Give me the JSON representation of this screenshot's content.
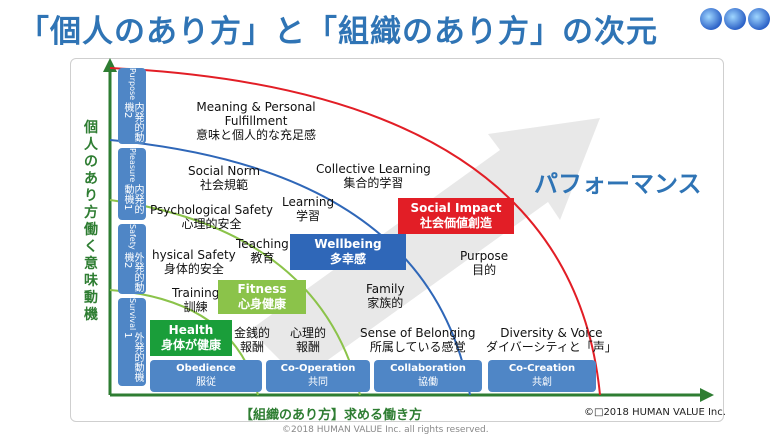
{
  "title": "「個人のあり方」と「組織のあり方」の次元",
  "y_axis_label": "個人のあり方 働く意味 動機",
  "x_axis_label": "【組織のあり方】求める働き方",
  "performance_label": "パフォーマンス",
  "copyright_inner": "©□2018 HUMAN VALUE Inc.",
  "copyright_outer": "©2018 HUMAN VALUE Inc. all rights reserved.",
  "levels": [
    {
      "en": "Purpose",
      "jp": "内発的動機2"
    },
    {
      "en": "Pleasure",
      "jp": "内発的動機1"
    },
    {
      "en": "Safety",
      "jp": "外発的動機2"
    },
    {
      "en": "Survival",
      "jp": "外発的動機1"
    }
  ],
  "stages": [
    {
      "en": "Obedience",
      "jp": "服従"
    },
    {
      "en": "Co-Operation",
      "jp": "共同"
    },
    {
      "en": "Collaboration",
      "jp": "協働"
    },
    {
      "en": "Co-Creation",
      "jp": "共創"
    }
  ],
  "highlights": [
    {
      "en": "Health",
      "jp": "身体が健康",
      "color": "#1a9e3a"
    },
    {
      "en": "Fitness",
      "jp": "心身健康",
      "color": "#8bc34a"
    },
    {
      "en": "Wellbeing",
      "jp": "多幸感",
      "color": "#2f67b8"
    },
    {
      "en": "Social Impact",
      "jp": "社会価値創造",
      "color": "#e21e26"
    }
  ],
  "labels": {
    "meaning_en": "Meaning & Personal",
    "meaning_en2": "Fulfillment",
    "meaning_jp": "意味と個人的な充足感",
    "norm_en": "Social Norm",
    "norm_jp": "社会規範",
    "collective_en": "Collective Learning",
    "collective_jp": "集合的学習",
    "psych_en": "Psychological Safety",
    "psych_jp": "心理的安全",
    "learning_en": "Learning",
    "learning_jp": "学習",
    "physical_en": "hysical Safety",
    "physical_jp": "身体的安全",
    "teaching_en": "Teaching",
    "teaching_jp": "教育",
    "training_en": "Training",
    "training_jp": "訓練",
    "purpose_en": "Purpose",
    "purpose_jp": "目的",
    "family_en": "Family",
    "family_jp": "家族的",
    "money_jp": "金銭的",
    "money_jp2": "報酬",
    "psychreward_jp": "心理的",
    "psychreward_jp2": "報酬",
    "belonging_en": "Sense of Belonging",
    "belonging_jp": "所属している感覚",
    "diversity_en": "Diversity & Voice",
    "diversity_jp": "ダイバーシティと「声」"
  },
  "colors": {
    "axis": "#2e7d32",
    "curve_green": "#8bc34a",
    "curve_blue": "#2f67b8",
    "curve_red": "#e21e26",
    "box_blue": "#4f86c6",
    "arrow": "#e6e6e6"
  }
}
